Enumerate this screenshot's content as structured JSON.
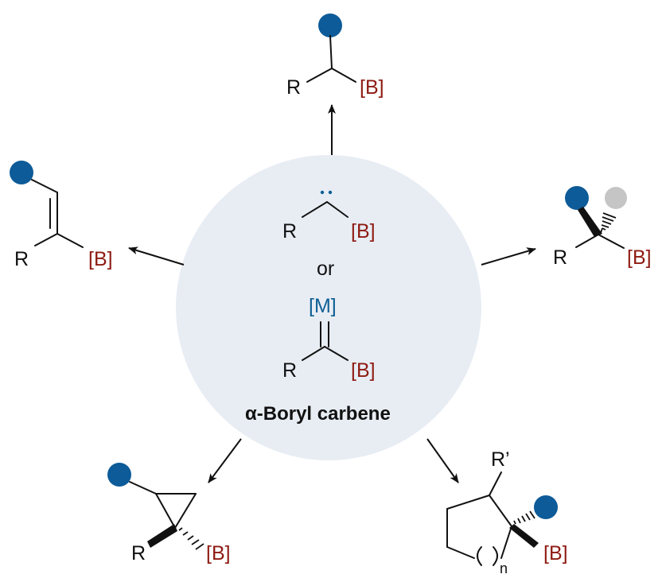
{
  "colors": {
    "circle_fill": "#e8edf4",
    "substituent_dot": "#0d5b98",
    "gray_dot": "#c5c5c5",
    "boron_red": "#8e1b12",
    "metal_blue": "#0f5f94"
  },
  "labels": {
    "r": "R",
    "boron": "[B]",
    "or": "or",
    "metal": "[M]",
    "r_prime": "R’",
    "n": "n",
    "carbene_title": "α-Boryl carbene"
  }
}
